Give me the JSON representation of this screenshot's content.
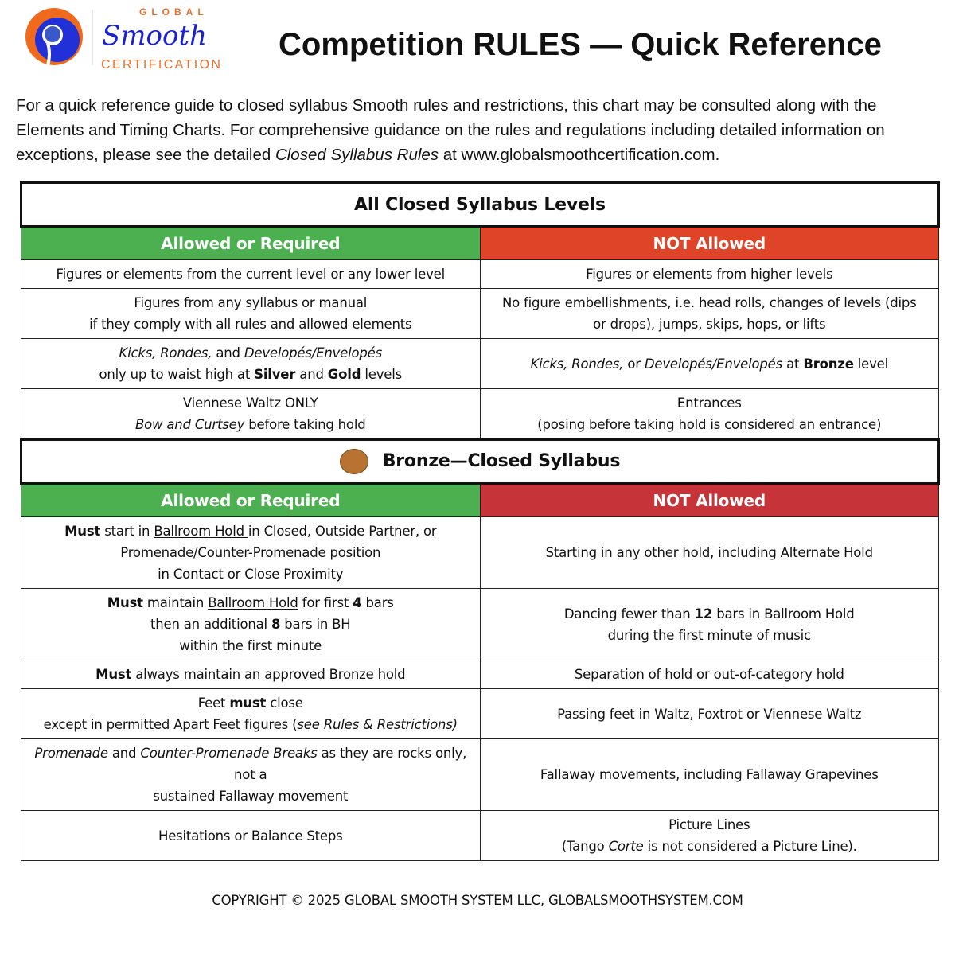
{
  "logo": {
    "top": "GLOBAL",
    "middle": "Smooth",
    "bottom": "CERTIFICATION"
  },
  "title": "Competition RULES — Quick Reference",
  "intro": [
    {
      "t": "For a quick reference guide to closed syllabus Smooth rules and restrictions, this chart may be consulted along with the Elements and Timing Charts. For comprehensive guidance on the rules and regulations including detailed information on exceptions, please see the detailed "
    },
    {
      "t": "Closed Syllabus Rules",
      "i": 1
    },
    {
      "t": " at www.globalsmoothcertification.com."
    }
  ],
  "sections": [
    {
      "title": "All Closed Syllabus Levels",
      "dot": false,
      "allowed": "Allowed or Required",
      "not_allowed": "NOT Allowed",
      "red": "r1",
      "rows": [
        [
          [
            [
              {
                "t": "Figures or elements from the current level or any lower level"
              }
            ]
          ],
          [
            [
              {
                "t": "Figures or elements from higher levels"
              }
            ]
          ]
        ],
        [
          [
            [
              {
                "t": "Figures from any syllabus or manual"
              }
            ],
            [
              {
                "t": "if they comply with all rules and allowed elements"
              }
            ]
          ],
          [
            [
              {
                "t": "No figure embellishments, i.e. head rolls, changes of levels (dips"
              }
            ],
            [
              {
                "t": "or drops), jumps, skips, hops, or lifts"
              }
            ]
          ]
        ],
        [
          [
            [
              {
                "t": "Kicks, Rondes,",
                "i": 1
              },
              {
                "t": " and "
              },
              {
                "t": "Developés/Envelopés",
                "i": 1
              }
            ],
            [
              {
                "t": "only up to waist high at "
              },
              {
                "t": "Silver",
                "b": 1
              },
              {
                "t": " and "
              },
              {
                "t": "Gold",
                "b": 1
              },
              {
                "t": " levels"
              }
            ]
          ],
          [
            [
              {
                "t": "Kicks, Rondes,",
                "i": 1
              },
              {
                "t": " or "
              },
              {
                "t": "Developés/Envelopés",
                "i": 1
              },
              {
                "t": " at "
              },
              {
                "t": "Bronze",
                "b": 1
              },
              {
                "t": " level"
              }
            ]
          ]
        ],
        [
          [
            [
              {
                "t": "Viennese Waltz ONLY"
              }
            ],
            [
              {
                "t": "Bow and Curtsey",
                "i": 1
              },
              {
                "t": " before taking hold"
              }
            ]
          ],
          [
            [
              {
                "t": "Entrances"
              }
            ],
            [
              {
                "t": "(posing before taking hold is considered an entrance)"
              }
            ]
          ]
        ]
      ]
    },
    {
      "title": "Bronze—Closed Syllabus",
      "dot": true,
      "allowed": "Allowed or Required",
      "not_allowed": "NOT Allowed",
      "red": "r2",
      "rows": [
        [
          [
            [
              {
                "t": "Must",
                "b": 1
              },
              {
                "t": " start in "
              },
              {
                "t": "Ballroom Hold ",
                "u": 1
              },
              {
                "t": "in Closed, Outside Partner, or"
              }
            ],
            [
              {
                "t": "Promenade/Counter-Promenade position"
              }
            ],
            [
              {
                "t": "in Contact or Close Proximity"
              }
            ]
          ],
          [
            [
              {
                "t": "Starting in any other hold, including Alternate Hold"
              }
            ]
          ]
        ],
        [
          [
            [
              {
                "t": "Must",
                "b": 1
              },
              {
                "t": " maintain "
              },
              {
                "t": "Ballroom Hold",
                "u": 1
              },
              {
                "t": " for first "
              },
              {
                "t": "4",
                "b": 1
              },
              {
                "t": " bars"
              }
            ],
            [
              {
                "t": "then an additional "
              },
              {
                "t": "8",
                "b": 1
              },
              {
                "t": " bars in BH"
              }
            ],
            [
              {
                "t": "within the first minute"
              }
            ]
          ],
          [
            [
              {
                "t": "Dancing fewer than "
              },
              {
                "t": "12",
                "b": 1
              },
              {
                "t": " bars in Ballroom Hold"
              }
            ],
            [
              {
                "t": "during the first minute of music"
              }
            ]
          ]
        ],
        [
          [
            [
              {
                "t": "Must",
                "b": 1
              },
              {
                "t": " always maintain an approved Bronze hold"
              }
            ]
          ],
          [
            [
              {
                "t": "Separation of hold or out-of-category hold"
              }
            ]
          ]
        ],
        [
          [
            [
              {
                "t": "Feet "
              },
              {
                "t": "must",
                "b": 1
              },
              {
                "t": " close"
              }
            ],
            [
              {
                "t": "except in permitted Apart Feet figures ("
              },
              {
                "t": "see Rules & Restrictions)",
                "i": 1
              }
            ]
          ],
          [
            [
              {
                "t": "Passing feet in Waltz, Foxtrot or Viennese Waltz"
              }
            ]
          ]
        ],
        [
          [
            [
              {
                "t": "Promenade",
                "i": 1
              },
              {
                "t": " and "
              },
              {
                "t": "Counter-Promenade Breaks",
                "i": 1
              },
              {
                "t": " as they are rocks only, not a"
              }
            ],
            [
              {
                "t": "sustained Fallaway movement"
              }
            ]
          ],
          [
            [
              {
                "t": "Fallaway movements, including Fallaway Grapevines"
              }
            ]
          ]
        ],
        [
          [
            [
              {
                "t": "Hesitations or Balance Steps"
              }
            ]
          ],
          [
            [
              {
                "t": "Picture Lines"
              }
            ],
            [
              {
                "t": "(Tango "
              },
              {
                "t": "Corte",
                "i": 1
              },
              {
                "t": " is not considered a Picture Line)."
              }
            ]
          ]
        ]
      ]
    }
  ],
  "footer": "COPYRIGHT © 2025 GLOBAL SMOOTH SYSTEM LLC, GLOBALSMOOTHSYSTEM.COM"
}
